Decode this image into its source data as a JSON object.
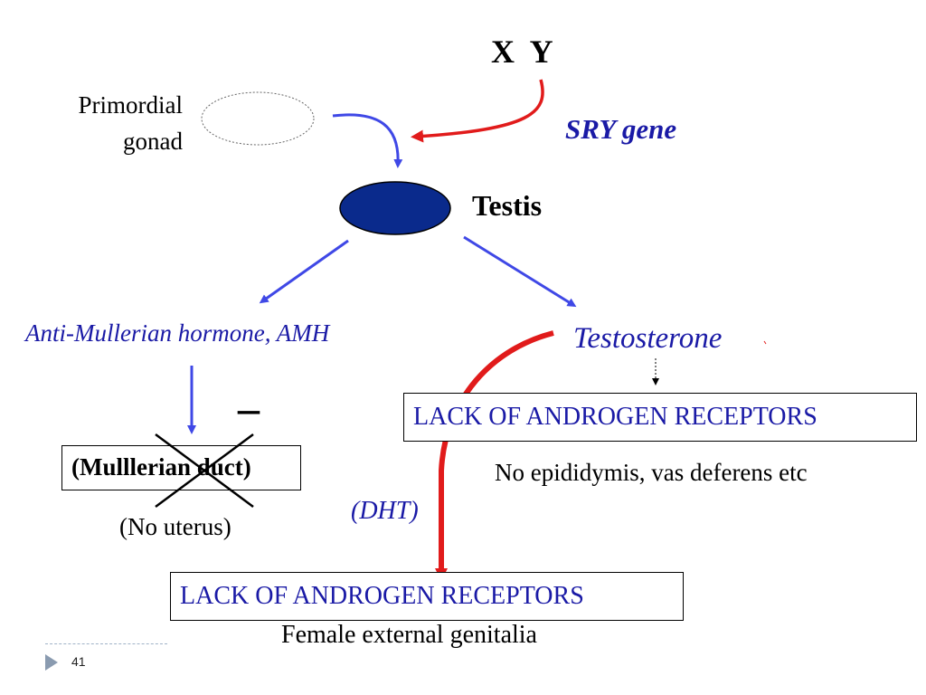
{
  "diagram": {
    "xy": "X  Y",
    "primordial_gonad": [
      "Primordial",
      "gonad"
    ],
    "sry_gene": "SRY gene",
    "testis": "Testis",
    "amh": "Anti-Mullerian hormone, AMH",
    "testosterone": "Testosterone",
    "minus_sign": "–",
    "mullerian_duct": "(Mulllerian duct)",
    "no_uterus": "(No uterus)",
    "receptors_top": "LACK OF ANDROGEN RECEPTORS",
    "no_epididymis": "No epididymis, vas deferens etc",
    "dht": "(DHT)",
    "receptors_bottom": "LACK OF ANDROGEN RECEPTORS",
    "female_genitalia": "Female external genitalia"
  },
  "footer": {
    "slide_number": "41"
  },
  "colors": {
    "blue_text": "#1a1aa6",
    "blue_arrow": "#3f48e6",
    "red_arrow": "#e11b1b",
    "testis_fill": "#0a2a8c",
    "footer_gray": "#8a9bb0"
  }
}
